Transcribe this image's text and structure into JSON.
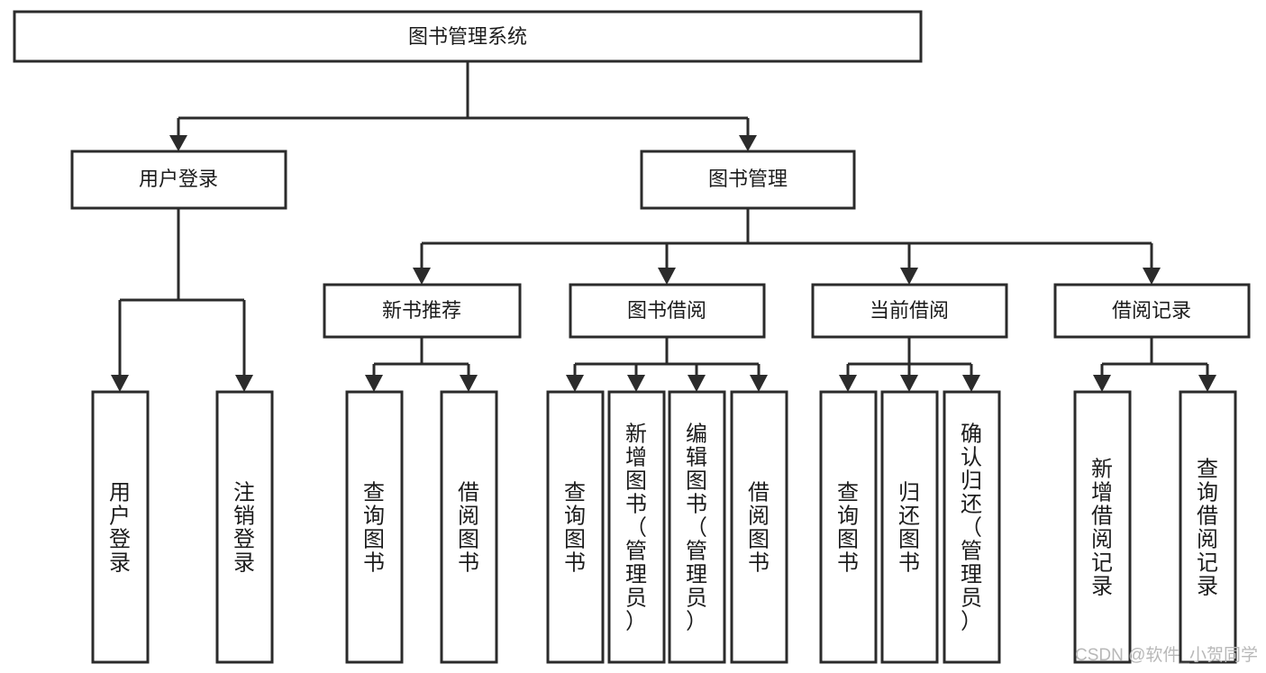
{
  "diagram": {
    "title": "图书管理系统",
    "type": "tree-hierarchy",
    "root": {
      "id": "root",
      "label": "图书管理系统"
    },
    "level2": [
      {
        "id": "user-login",
        "label": "用户登录"
      },
      {
        "id": "book-manage",
        "label": "图书管理"
      }
    ],
    "level3": [
      {
        "id": "new-book-recommend",
        "label": "新书推荐",
        "parent": "book-manage"
      },
      {
        "id": "book-borrow",
        "label": "图书借阅",
        "parent": "book-manage"
      },
      {
        "id": "current-borrow",
        "label": "当前借阅",
        "parent": "book-manage"
      },
      {
        "id": "borrow-record",
        "label": "借阅记录",
        "parent": "book-manage"
      }
    ],
    "leaves": {
      "user-login": [
        {
          "id": "leaf-user-login",
          "label": "用户登录"
        },
        {
          "id": "leaf-logout-login",
          "label": "注销登录"
        }
      ],
      "new-book-recommend": [
        {
          "id": "leaf-query-book-1",
          "label": "查询图书"
        },
        {
          "id": "leaf-borrow-book-1",
          "label": "借阅图书"
        }
      ],
      "book-borrow": [
        {
          "id": "leaf-query-book-2",
          "label": "查询图书"
        },
        {
          "id": "leaf-add-book",
          "label": "新增图书（管理员）"
        },
        {
          "id": "leaf-edit-book",
          "label": "编辑图书（管理员）"
        },
        {
          "id": "leaf-borrow-book-2",
          "label": "借阅图书"
        }
      ],
      "current-borrow": [
        {
          "id": "leaf-query-book-3",
          "label": "查询图书"
        },
        {
          "id": "leaf-return-book",
          "label": "归还图书"
        },
        {
          "id": "leaf-confirm-return",
          "label": "确认归还（管理员）"
        }
      ],
      "borrow-record": [
        {
          "id": "leaf-add-record",
          "label": "新增借阅记录"
        },
        {
          "id": "leaf-query-record",
          "label": "查询借阅记录"
        }
      ]
    }
  },
  "watermark": {
    "text": "CSDN @软件_小贺同学"
  },
  "colors": {
    "stroke": "#2b2b2b",
    "fill": "#ffffff",
    "text": "#1c1c1c",
    "watermark": "#b8b8b8"
  }
}
